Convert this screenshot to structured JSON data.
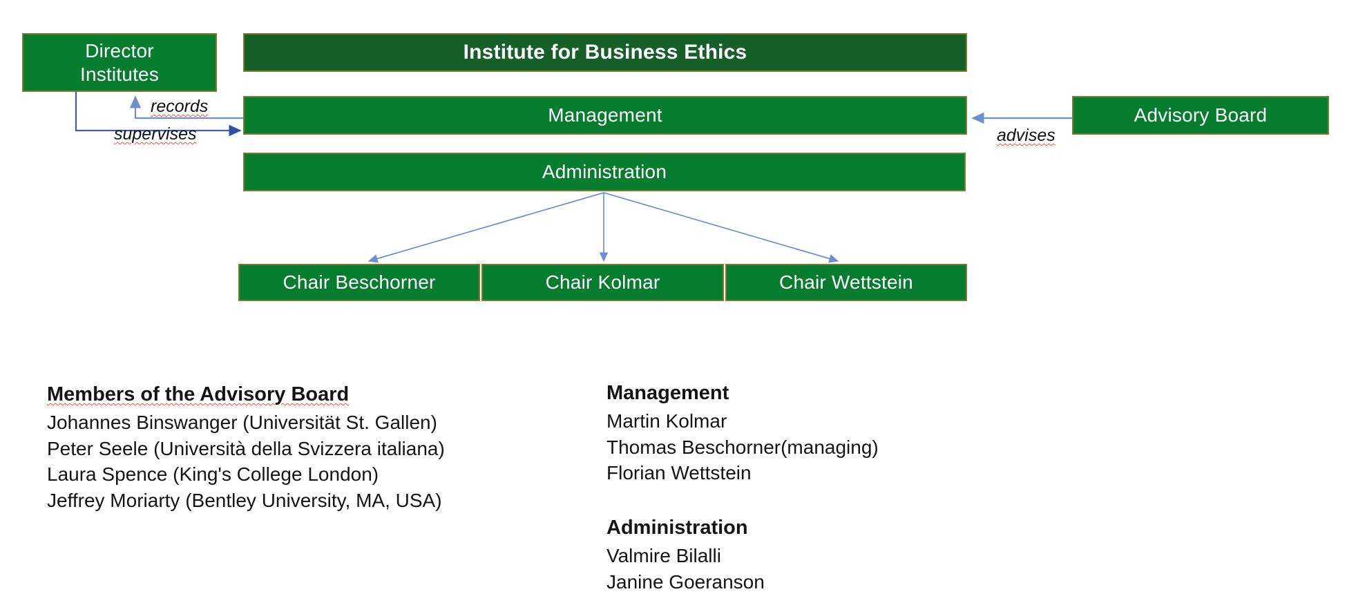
{
  "chart_data": {
    "type": "diagram",
    "title": "Institute for Business Ethics",
    "nodes": [
      {
        "id": "director",
        "label": "Director\nInstitutes"
      },
      {
        "id": "title",
        "label": "Institute for Business Ethics"
      },
      {
        "id": "management",
        "label": "Management"
      },
      {
        "id": "advisory",
        "label": "Advisory Board"
      },
      {
        "id": "admin",
        "label": "Administration"
      },
      {
        "id": "chair1",
        "label": "Chair Beschorner"
      },
      {
        "id": "chair2",
        "label": "Chair Kolmar"
      },
      {
        "id": "chair3",
        "label": "Chair Wettstein"
      }
    ],
    "edges": [
      {
        "from": "management",
        "to": "director",
        "label": "records"
      },
      {
        "from": "director",
        "to": "management",
        "label": "supervises"
      },
      {
        "from": "advisory",
        "to": "management",
        "label": "advises"
      },
      {
        "from": "admin",
        "to": "chair1",
        "label": ""
      },
      {
        "from": "admin",
        "to": "chair2",
        "label": ""
      },
      {
        "from": "admin",
        "to": "chair3",
        "label": ""
      }
    ],
    "colors": {
      "box_fill": "#067d2e",
      "title_fill": "#165f28",
      "box_border": "#7b7b2e",
      "box_text": "#ffffff",
      "arrow": "#6d8fd2",
      "arrow_dark": "#2f4fa8",
      "body_text": "#141414",
      "spellcheck_underline": "#e8503a"
    }
  },
  "boxes": {
    "title": "Institute for Business Ethics",
    "director": "Director\nInstitutes",
    "management": "Management",
    "advisory_board": "Advisory Board",
    "administration": "Administration",
    "chair_beschorner": "Chair Beschorner",
    "chair_kolmar": "Chair Kolmar",
    "chair_wettstein": "Chair Wettstein"
  },
  "edge_labels": {
    "records": "records",
    "supervises": "supervises",
    "advises": "advises"
  },
  "panels": {
    "advisory_members": {
      "heading": "Members of the Advisory Board",
      "lines": [
        "Johannes Binswanger (Universität St. Gallen)",
        "Peter Seele (Università della Svizzera italiana)",
        "Laura Spence (King's College London)",
        "Jeffrey Moriarty (Bentley University, MA, USA)"
      ]
    },
    "management": {
      "heading": "Management",
      "lines": [
        "Martin Kolmar",
        "Thomas Beschorner(managing)",
        "Florian Wettstein"
      ]
    },
    "administration": {
      "heading": "Administration",
      "lines": [
        "Valmire Bilalli",
        "Janine Goeranson"
      ]
    }
  }
}
